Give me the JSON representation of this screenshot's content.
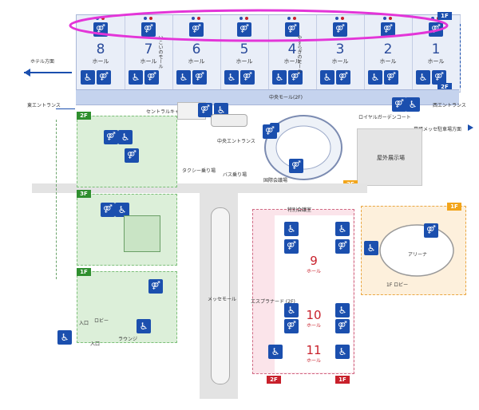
{
  "floor_tags": {
    "top": "1F",
    "mall": "2F",
    "left_green_1": "2F",
    "left_green_2": "3F",
    "left_green_3": "1F",
    "outdoor": "2F",
    "arena": "1F",
    "bottom_left": "2F",
    "bottom_right": "1F"
  },
  "halls": [
    {
      "num": "8",
      "label": "ホール"
    },
    {
      "num": "7",
      "label": "ホール"
    },
    {
      "num": "6",
      "label": "ホール"
    },
    {
      "num": "5",
      "label": "ホール"
    },
    {
      "num": "4",
      "label": "ホール"
    },
    {
      "num": "3",
      "label": "ホール"
    },
    {
      "num": "2",
      "label": "ホール"
    },
    {
      "num": "1",
      "label": "ホール"
    }
  ],
  "mall_vertical_labels": {
    "left": "いこいのモール",
    "right": "やすらぎのモール"
  },
  "labels": {
    "hotel": "ホテル方面",
    "east_entrance": "東エントランス",
    "west_entrance": "西エントランス",
    "central_mall": "中央モール(2F)",
    "central_cafeteria": "セントラルキャフェテリア",
    "royal_garden_court": "ロイヤルガーデンコート",
    "makuhari_station": "幕張メッセ駐車場方面",
    "outdoor_exhibit": "屋外展示場",
    "central_entrance": "中央エントランス",
    "taxi": "タクシー乗り場",
    "bus": "バス乗り場",
    "international_conference": "国際会議場",
    "arena": "アリーナ",
    "lobby_1f": "1F ロビー",
    "messe_mall": "メッセモール",
    "esplanade": "エスプラナード (2F)",
    "lobby": "ロビー",
    "lounge": "ラウンジ",
    "entrance": "入口",
    "special_room": "特別会議室"
  },
  "halls_lower": [
    {
      "num": "9",
      "label": "ホール"
    },
    {
      "num": "10",
      "label": "ホール"
    },
    {
      "num": "11",
      "label": "ホール"
    }
  ],
  "icons": {
    "restroom": "restroom-icon",
    "accessible": "accessible-icon"
  },
  "colors": {
    "hall_blue": "#1b4fae",
    "highlight_magenta": "#e335d8",
    "hall_red": "#c8202b",
    "green_area": "#dcefd9",
    "pink_area": "#fbe4ea"
  }
}
